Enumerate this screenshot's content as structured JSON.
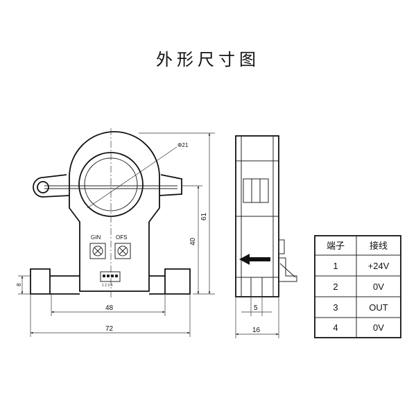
{
  "title": "外形尺寸图",
  "front_view": {
    "diameter_label": "Φ21",
    "gain_label": "GIN",
    "offset_label": "OFS",
    "pin_numbers": "1 2 3 4",
    "dim_height_total": "61",
    "dim_height_body": "40",
    "dim_base_height": "8",
    "dim_width_body": "48",
    "dim_width_total": "72"
  },
  "side_view": {
    "dim_pin_width": "5",
    "dim_width": "16"
  },
  "pin_table": {
    "headers": [
      "端子",
      "接线"
    ],
    "rows": [
      [
        "1",
        "+24V"
      ],
      [
        "2",
        "0V"
      ],
      [
        "3",
        "OUT"
      ],
      [
        "4",
        "0V"
      ]
    ]
  }
}
